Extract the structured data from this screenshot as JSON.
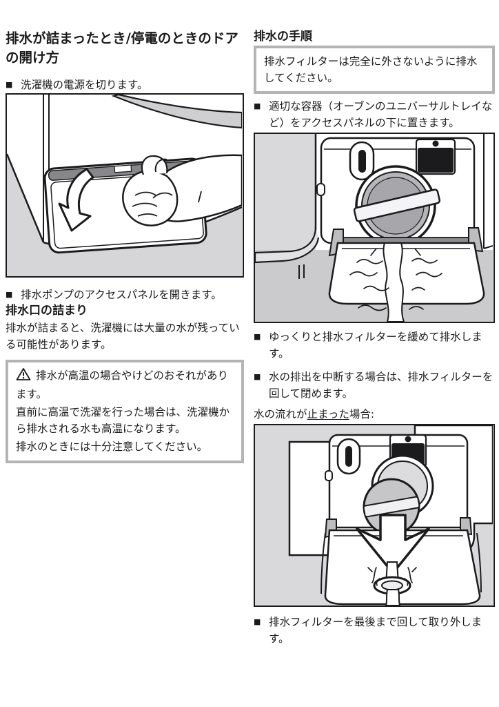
{
  "bullet_marker": "■",
  "colors": {
    "text": "#1b1b1d",
    "box_border": "#b4b4b7",
    "illustration_gray": "#d9d9db"
  },
  "icons": {
    "warning": "warning-triangle-icon"
  },
  "left": {
    "title": "排水が詰まったとき/停電のときのドアの開け方",
    "step_power_off": "洗濯機の電源を切ります。",
    "step_open_panel": "排水ポンプのアクセスパネルを開きます。",
    "subheading": "排水口の詰まり",
    "paragraph": "排水が詰まると、洗濯機には大量の水が残っている可能性があります。",
    "warning_line1": "排水が高温の場合やけどのおそれがあります。",
    "warning_line2": "直前に高温で洗濯を行った場合は、洗濯機から排水される水も高温になります。",
    "warning_line3": "排水のときには十分注意してください。"
  },
  "right": {
    "title": "排水の手順",
    "note": "排水フィルターは完全に外さないように排水してください。",
    "step_container": "適切な容器（オーブンのユニバーサルトレイなど）をアクセスパネルの下に置きます。",
    "step_loosen": "ゆっくりと排水フィルターを緩めて排水します。",
    "step_interrupt": "水の排出を中断する場合は、排水フィルターを回して閉めます。",
    "flow_stopped_prefix": "水の流れが",
    "flow_stopped_underline": "止まった",
    "flow_stopped_suffix": "場合:",
    "step_remove": "排水フィルターを最後まで回して取り外します。"
  }
}
